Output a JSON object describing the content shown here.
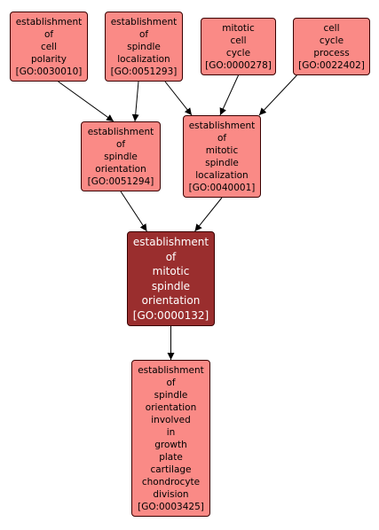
{
  "nodes": {
    "n0030010": {
      "lines": [
        "establishment",
        "of",
        "cell",
        "polarity",
        "[GO:0030010]"
      ]
    },
    "n0051293": {
      "lines": [
        "establishment",
        "of",
        "spindle",
        "localization",
        "[GO:0051293]"
      ]
    },
    "n0000278": {
      "lines": [
        "mitotic",
        "cell",
        "cycle",
        "[GO:0000278]"
      ]
    },
    "n0022402": {
      "lines": [
        "cell",
        "cycle",
        "process",
        "[GO:0022402]"
      ]
    },
    "n0051294": {
      "lines": [
        "establishment",
        "of",
        "spindle",
        "orientation",
        "[GO:0051294]"
      ]
    },
    "n0040001": {
      "lines": [
        "establishment",
        "of",
        "mitotic",
        "spindle",
        "localization",
        "[GO:0040001]"
      ]
    },
    "n0000132": {
      "lines": [
        "establishment",
        "of",
        "mitotic",
        "spindle",
        "orientation",
        "[GO:0000132]"
      ]
    },
    "n0003425": {
      "lines": [
        "establishment",
        "of",
        "spindle",
        "orientation",
        "involved",
        "in",
        "growth",
        "plate",
        "cartilage",
        "chondrocyte",
        "division",
        "[GO:0003425]"
      ]
    }
  },
  "edges": [
    {
      "from": "n0030010",
      "to": "n0051294"
    },
    {
      "from": "n0051293",
      "to": "n0051294"
    },
    {
      "from": "n0051293",
      "to": "n0040001"
    },
    {
      "from": "n0000278",
      "to": "n0040001"
    },
    {
      "from": "n0022402",
      "to": "n0040001"
    },
    {
      "from": "n0051294",
      "to": "n0000132"
    },
    {
      "from": "n0040001",
      "to": "n0000132"
    },
    {
      "from": "n0000132",
      "to": "n0003425"
    }
  ],
  "colors": {
    "node_fill": "#fa8a86",
    "focus_fill": "#9a2e2e",
    "edge": "#000000"
  }
}
